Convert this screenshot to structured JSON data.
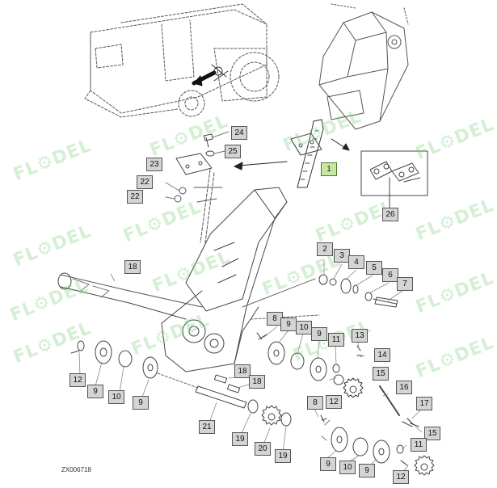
{
  "watermark": {
    "text": "FL⚙DEL"
  },
  "reference_code": "ZX006718",
  "callouts": {
    "c1": "1",
    "c2": "2",
    "c3": "3",
    "c4": "4",
    "c5": "5",
    "c6": "6",
    "c7": "7",
    "c8a": "8",
    "c8b": "8",
    "c9a": "9",
    "c9b": "9",
    "c9c": "9",
    "c9d": "9",
    "c9e": "9",
    "c9f": "9",
    "c10a": "10",
    "c10b": "10",
    "c10c": "10",
    "c11a": "11",
    "c11b": "11",
    "c12a": "12",
    "c12b": "12",
    "c12c": "12",
    "c13": "13",
    "c14": "14",
    "c15a": "15",
    "c15b": "15",
    "c16": "16",
    "c17": "17",
    "c18a": "18",
    "c18b": "18",
    "c18c": "18",
    "c19a": "19",
    "c19b": "19",
    "c20": "20",
    "c21": "21",
    "c22a": "22",
    "c22b": "22",
    "c23": "23",
    "c24": "24",
    "c25": "25",
    "c26": "26"
  }
}
